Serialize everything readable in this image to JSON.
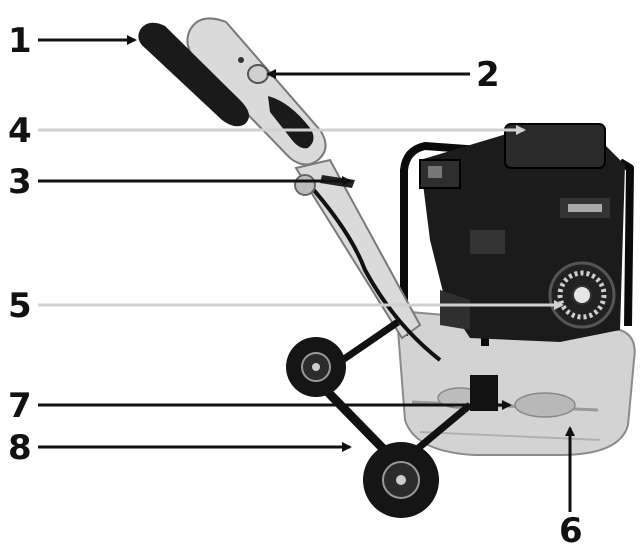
{
  "callouts": [
    {
      "number": "1"
    },
    {
      "number": "2"
    },
    {
      "number": "3"
    },
    {
      "number": "4"
    },
    {
      "number": "5"
    },
    {
      "number": "6"
    },
    {
      "number": "7"
    },
    {
      "number": "8"
    }
  ],
  "colors": {
    "engine": "#1b1b1b",
    "frame": "#0a0a0a",
    "plate": "#cfcfcf",
    "handle": "#d8d8d8",
    "arrow_dark": "#111111",
    "arrow_light": "#d0d0d0"
  }
}
